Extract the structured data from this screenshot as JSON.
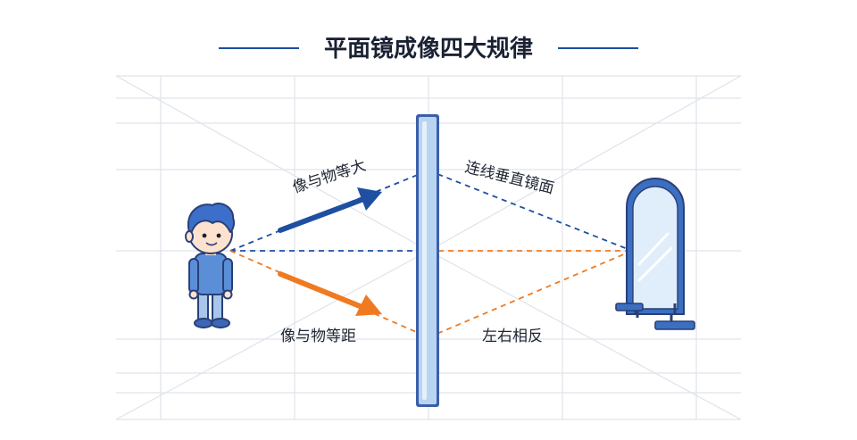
{
  "title": "平面镜成像四大规律",
  "labels": {
    "same_size": "像与物等大",
    "perpendicular": "连线垂直镜面",
    "equal_distance": "像与物等距",
    "reversed": "左右相反"
  },
  "colors": {
    "blue": "#1e4fa0",
    "orange": "#f07a20",
    "mirror_fill": "#b9d3f2",
    "mirror_stroke": "#3b5fa8",
    "grid": "#dfe3ea",
    "text": "#1f2633"
  },
  "icons": {
    "object": "boy-figure-icon",
    "image": "standing-mirror-icon"
  }
}
